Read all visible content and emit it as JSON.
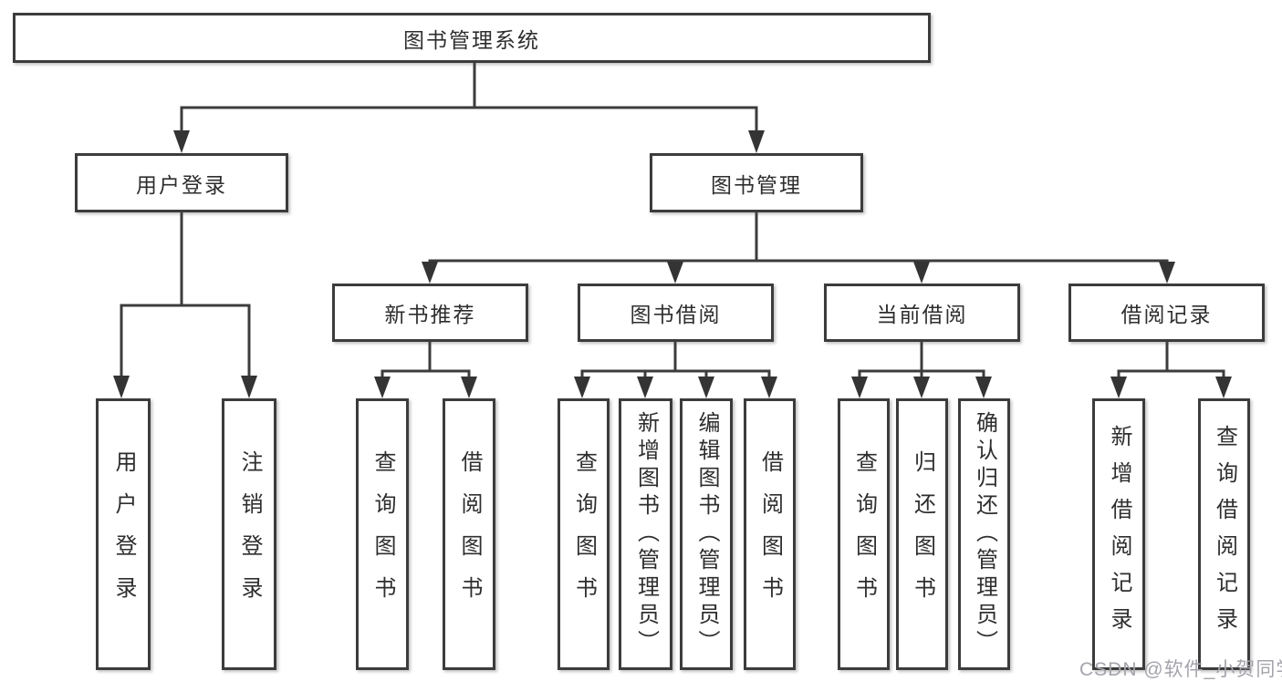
{
  "diagram": {
    "root": {
      "label": "图书管理系统"
    },
    "level2": [
      {
        "label": "用户登录"
      },
      {
        "label": "图书管理"
      }
    ],
    "level3": [
      {
        "label": "新书推荐"
      },
      {
        "label": "图书借阅"
      },
      {
        "label": "当前借阅"
      },
      {
        "label": "借阅记录"
      }
    ],
    "leaves": [
      {
        "label": "用户登录",
        "parent": "用户登录"
      },
      {
        "label": "注销登录",
        "parent": "用户登录"
      },
      {
        "label": "查询图书",
        "parent": "新书推荐"
      },
      {
        "label": "借阅图书",
        "parent": "新书推荐"
      },
      {
        "label": "查询图书",
        "parent": "图书借阅"
      },
      {
        "label": "新增图书（管理员）",
        "parent": "图书借阅"
      },
      {
        "label": "编辑图书（管理员）",
        "parent": "图书借阅"
      },
      {
        "label": "借阅图书",
        "parent": "图书借阅"
      },
      {
        "label": "查询图书",
        "parent": "当前借阅"
      },
      {
        "label": "归还图书",
        "parent": "当前借阅"
      },
      {
        "label": "确认归还（管理员）",
        "parent": "当前借阅"
      },
      {
        "label": "新增借阅记录",
        "parent": "借阅记录"
      },
      {
        "label": "查询借阅记录",
        "parent": "借阅记录"
      }
    ]
  },
  "watermark": {
    "text": "CSDN @软件_小贺同学"
  },
  "colors": {
    "line": "#3c3c3c",
    "box_border": "#3c3c3c",
    "text": "#2e2e2e",
    "watermark": "#a4a4ac",
    "background": "#ffffff"
  }
}
